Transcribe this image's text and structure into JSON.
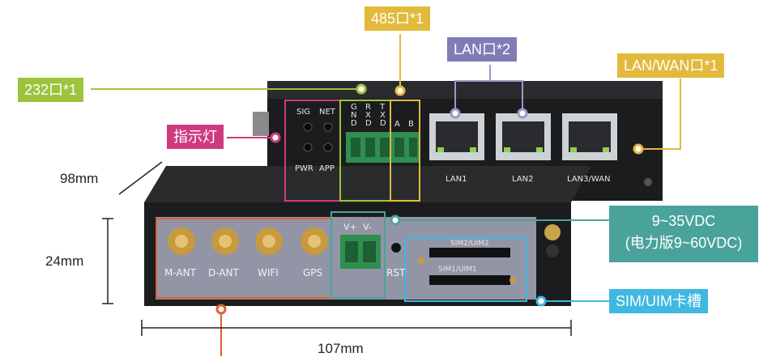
{
  "callouts": {
    "rs485": "485口*1",
    "lan": "LAN口*2",
    "lanwan": "LAN/WAN口*1",
    "rs232": "232口*1",
    "indicator": "指示灯",
    "power_line1": "9~35VDC",
    "power_line2": "(电力版9~60VDC)",
    "sim": "SIM/UIM卡槽"
  },
  "dimensions": {
    "depth": "98mm",
    "height": "24mm",
    "width": "107mm"
  },
  "rear_panel": {
    "sig": "SIG",
    "net": "NET",
    "pwr": "PWR",
    "app": "APP",
    "gnd": "G N D",
    "rxd": "R X D",
    "txd": "T X D",
    "a": "A",
    "b": "B",
    "lan1": "LAN1",
    "lan2": "LAN2",
    "lan3": "LAN3/WAN"
  },
  "front_panel": {
    "mant": "M-ANT",
    "dant": "D-ANT",
    "wifi": "WIFI",
    "gps": "GPS",
    "vplus": "V+",
    "vminus": "V-",
    "rst": "RST",
    "sim2": "SIM2/UIM2",
    "sim1": "SIM1/UIM1"
  },
  "colors": {
    "yellow": "#e2b93b",
    "green": "#9cc43c",
    "purple": "#7f7cb6",
    "magenta": "#cf3a7f",
    "teal": "#4aa39a",
    "cyan": "#3fb9e0",
    "orange": "#e0602e"
  }
}
